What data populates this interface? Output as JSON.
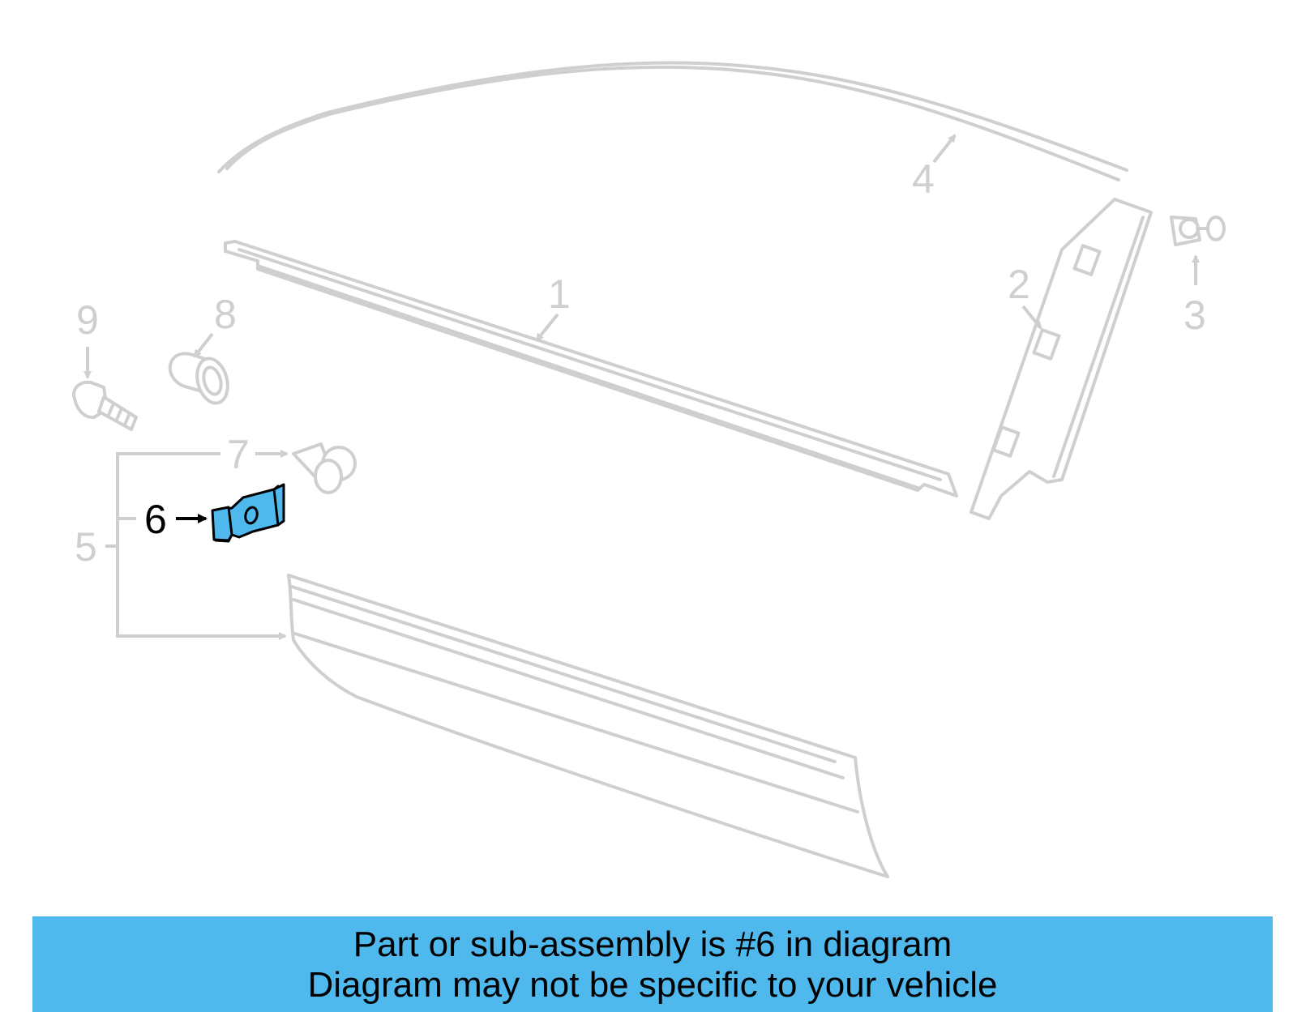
{
  "diagram": {
    "callouts": [
      "1",
      "2",
      "3",
      "4",
      "5",
      "6",
      "7",
      "8",
      "9"
    ],
    "highlighted_callout": "6",
    "highlight_color": "#4fb9ee",
    "line_color": "#cfcfcf"
  },
  "banner": {
    "line1": "Part or sub-assembly is #6 in diagram",
    "line2": "Diagram may not be specific to your vehicle",
    "background": "#4fb9ee"
  }
}
